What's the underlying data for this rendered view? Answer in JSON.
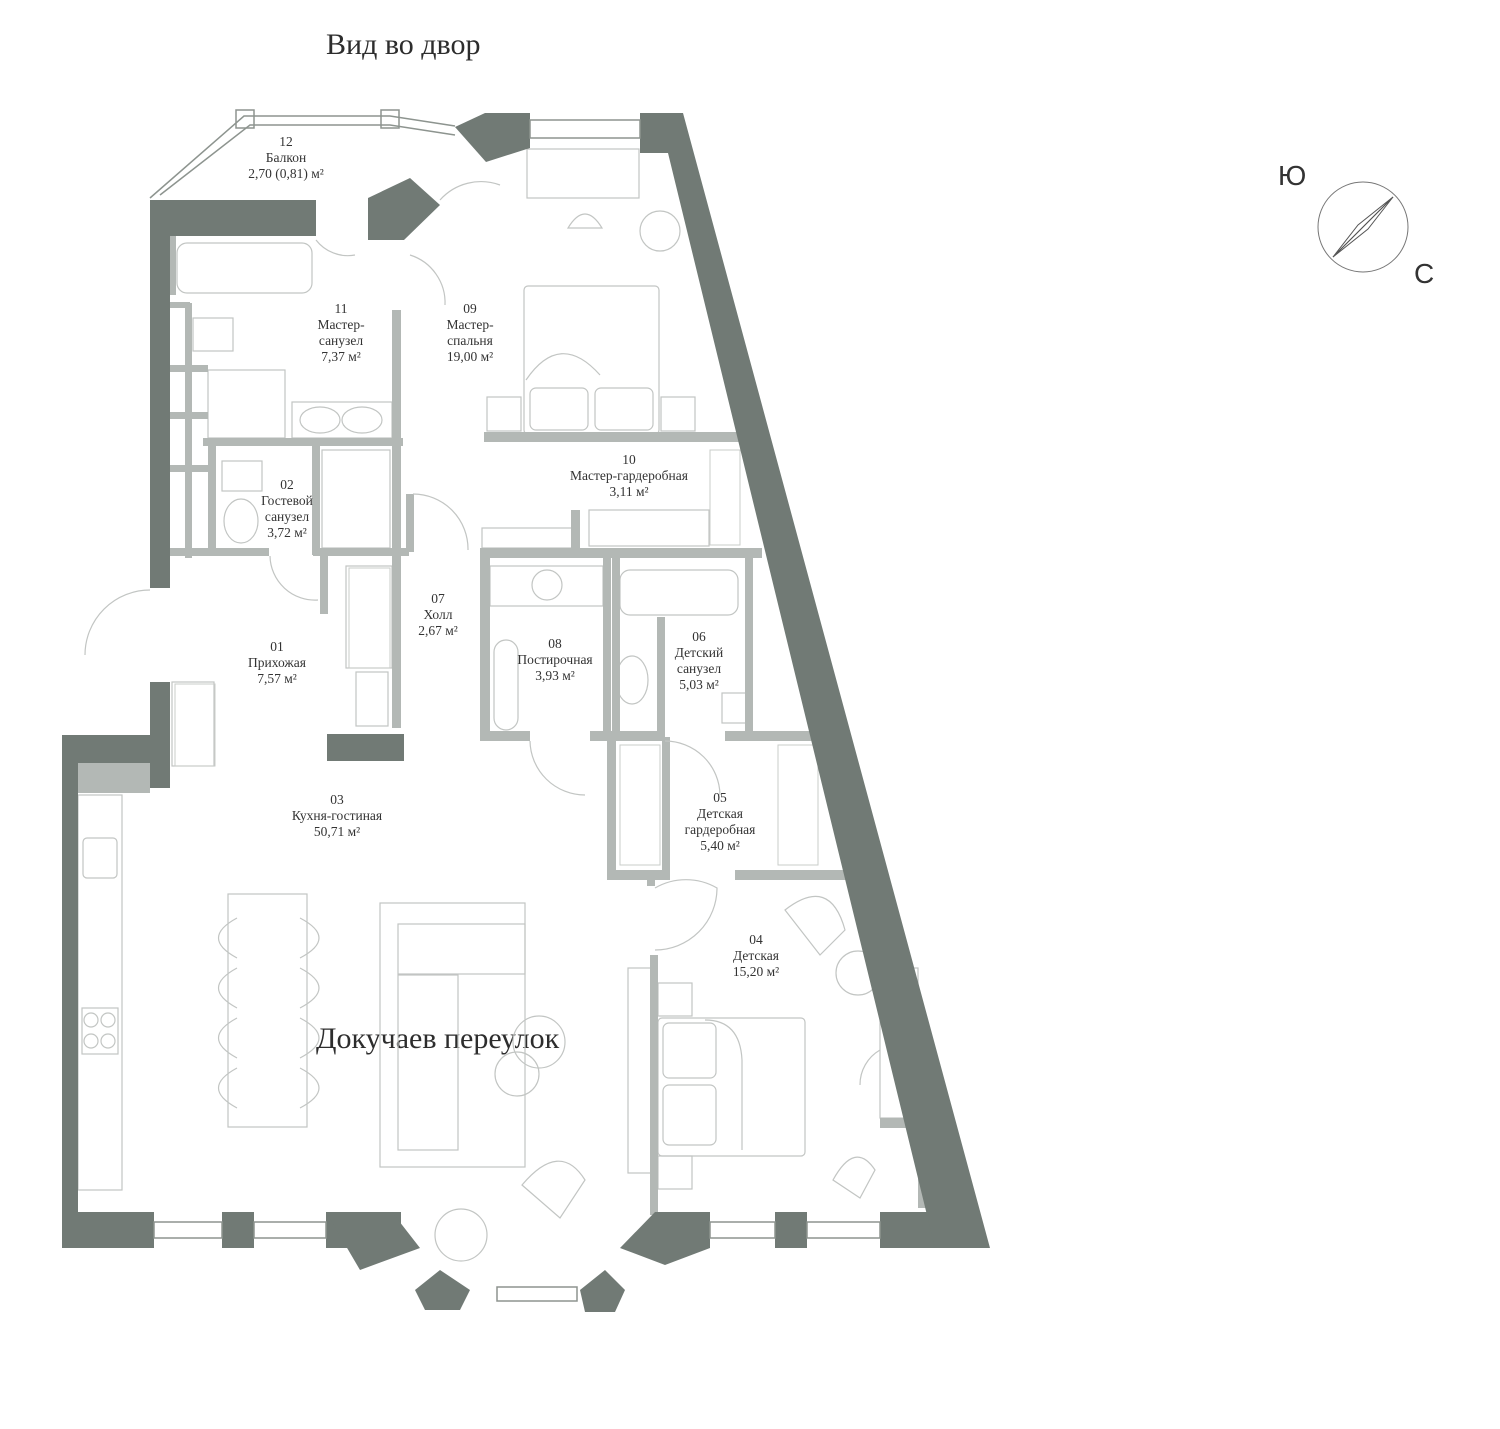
{
  "header_top": "Вид во двор",
  "header_bottom": "Докучаев переулок",
  "compass": {
    "top_letter": "Ю",
    "bottom_letter": "С"
  },
  "colors": {
    "outer_wall": "#717a75",
    "inner_wall": "#b3b8b5",
    "line": "#bcbfbd"
  },
  "rooms": [
    {
      "id": "room-12",
      "num": "12",
      "name": "Балкон",
      "area": "2,70 (0,81) м²"
    },
    {
      "id": "room-11",
      "num": "11",
      "name_line1": "Мастер-",
      "name_line2": "санузел",
      "area": "7,37 м²"
    },
    {
      "id": "room-09",
      "num": "09",
      "name_line1": "Мастер-",
      "name_line2": "спальня",
      "area": "19,00 м²"
    },
    {
      "id": "room-10",
      "num": "10",
      "name": "Мастер-гардеробная",
      "area": "3,11 м²"
    },
    {
      "id": "room-02",
      "num": "02",
      "name_line1": "Гостевой",
      "name_line2": "санузел",
      "area": "3,72 м²"
    },
    {
      "id": "room-07",
      "num": "07",
      "name": "Холл",
      "area": "2,67 м²"
    },
    {
      "id": "room-08",
      "num": "08",
      "name": "Постирочная",
      "area": "3,93 м²"
    },
    {
      "id": "room-06",
      "num": "06",
      "name_line1": "Детский",
      "name_line2": "санузел",
      "area": "5,03 м²"
    },
    {
      "id": "room-01",
      "num": "01",
      "name": "Прихожая",
      "area": "7,57 м²"
    },
    {
      "id": "room-03",
      "num": "03",
      "name": "Кухня-гостиная",
      "area": "50,71 м²"
    },
    {
      "id": "room-05",
      "num": "05",
      "name_line1": "Детская",
      "name_line2": "гардеробная",
      "area": "5,40 м²"
    },
    {
      "id": "room-04",
      "num": "04",
      "name": "Детская",
      "area": "15,20 м²"
    }
  ]
}
